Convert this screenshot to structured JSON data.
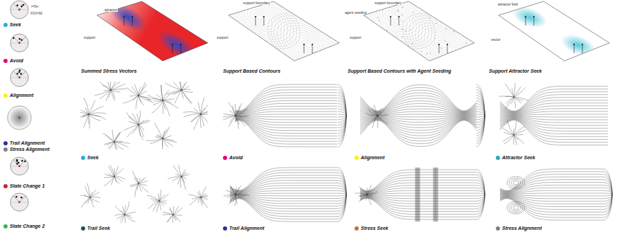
{
  "diagram": {
    "labels": [
      "r=5m",
      "FOV=90",
      "Summed Stress Vectors",
      "Support Based Contours",
      "Support Based Contours with Agent Seeding",
      "Support Attractor Seek",
      "attractor",
      "support",
      "support boundary",
      "support",
      "support boundary",
      "agent seeding",
      "support",
      "attractor field",
      "vector"
    ],
    "legend": [
      {
        "text": "Seek",
        "color": "#29abe2"
      },
      {
        "text": "Avoid",
        "color": "#e5007d"
      },
      {
        "text": "Alignment",
        "color": "#fff200"
      },
      {
        "text": "Trail Alignment",
        "color": "#2e3192"
      },
      {
        "text": "Stress Alignment",
        "color": "#808080"
      },
      {
        "text": "State Change 1",
        "color": "#c1272d"
      },
      {
        "text": "State Change 2",
        "color": "#39b54a"
      },
      {
        "text": "Seek",
        "color": "#29abe2"
      },
      {
        "text": "Avoid",
        "color": "#e5007d"
      },
      {
        "text": "Alignment",
        "color": "#fff200"
      },
      {
        "text": "Attractor Seek",
        "color": "#27aab8"
      },
      {
        "text": "Trail Seek",
        "color": "#0e5a63"
      },
      {
        "text": "Trail Alignment",
        "color": "#2e3192"
      },
      {
        "text": "Stress Seek",
        "color": "#c1703f"
      },
      {
        "text": "Stress Alignment",
        "color": "#808080"
      }
    ]
  }
}
